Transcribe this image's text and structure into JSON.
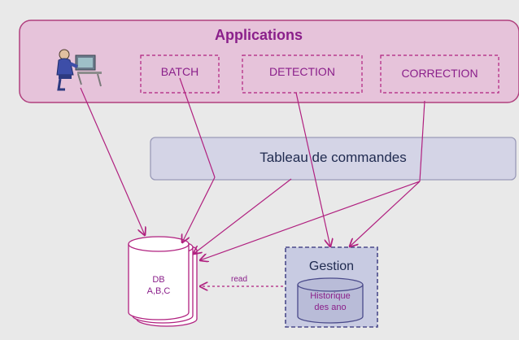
{
  "applications": {
    "title": "Applications",
    "user_icon": "user-at-computer-icon",
    "modules": [
      "BATCH",
      "DETECTION",
      "CORRECTION"
    ]
  },
  "command_panel": {
    "label": "Tableau de commandes"
  },
  "database": {
    "line1": "DB",
    "line2": "A,B,C"
  },
  "gestion": {
    "title": "Gestion",
    "store_line1": "Historique",
    "store_line2": "des ano"
  },
  "edge_labels": {
    "read": "read"
  },
  "colors": {
    "app_fill": "#e6c3da",
    "app_border": "#b0407e",
    "title": "#8a1f8a",
    "arrow": "#b0207f",
    "panel_fill": "#d4d4e6",
    "panel_border": "#9a9ab8",
    "gestion_fill": "#c8cbe2",
    "gestion_border": "#4a4a8a"
  }
}
